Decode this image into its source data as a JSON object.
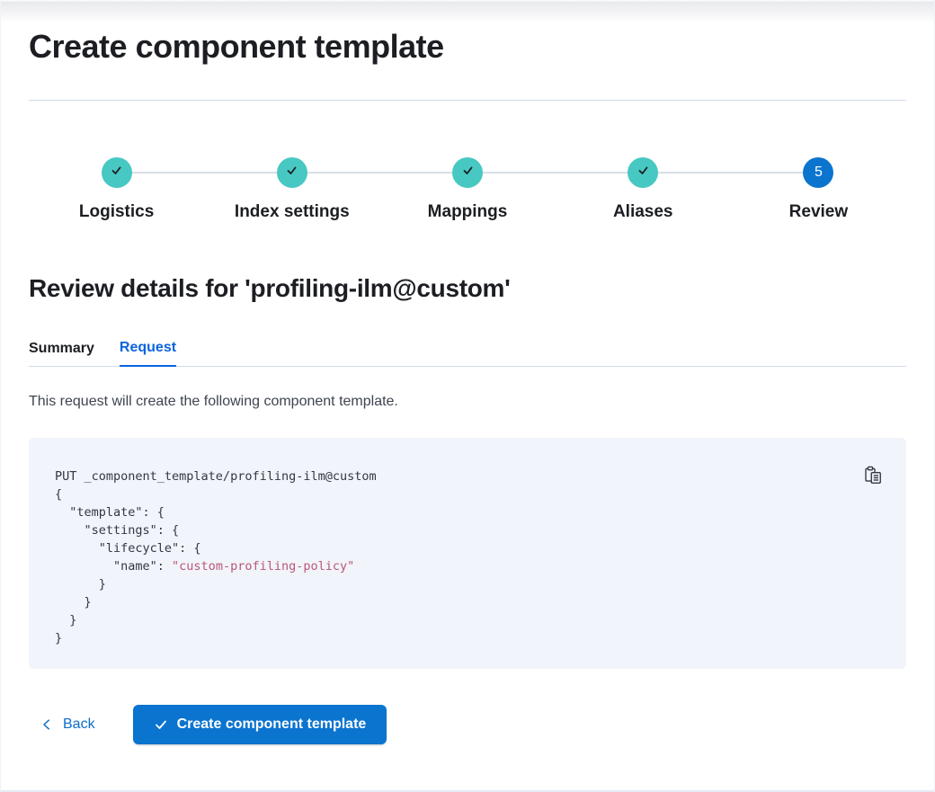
{
  "page": {
    "title": "Create component template"
  },
  "stepper": {
    "steps": [
      {
        "label": "Logistics",
        "status": "complete"
      },
      {
        "label": "Index settings",
        "status": "complete"
      },
      {
        "label": "Mappings",
        "status": "complete"
      },
      {
        "label": "Aliases",
        "status": "complete"
      },
      {
        "label": "Review",
        "status": "current",
        "number": "5"
      }
    ]
  },
  "review": {
    "heading": "Review details for 'profiling-ilm@custom'",
    "tabs": [
      {
        "label": "Summary",
        "selected": false
      },
      {
        "label": "Request",
        "selected": true
      }
    ],
    "description": "This request will create the following component template."
  },
  "code_block": {
    "copy_icon": "copy-clipboard-icon",
    "lines": [
      [
        {
          "text": "PUT _component_template/profiling-ilm@custom",
          "type": "plain"
        }
      ],
      [
        {
          "text": "{",
          "type": "plain"
        }
      ],
      [
        {
          "text": "  \"template\": {",
          "type": "plain"
        }
      ],
      [
        {
          "text": "    \"settings\": {",
          "type": "plain"
        }
      ],
      [
        {
          "text": "      \"lifecycle\": {",
          "type": "plain"
        }
      ],
      [
        {
          "text": "        \"name\": ",
          "type": "plain"
        },
        {
          "text": "\"custom-profiling-policy\"",
          "type": "string"
        }
      ],
      [
        {
          "text": "      }",
          "type": "plain"
        }
      ],
      [
        {
          "text": "    }",
          "type": "plain"
        }
      ],
      [
        {
          "text": "  }",
          "type": "plain"
        }
      ],
      [
        {
          "text": "}",
          "type": "plain"
        }
      ]
    ]
  },
  "footer": {
    "back_label": "Back",
    "submit_label": "Create component template"
  },
  "colors": {
    "primary_blue": "#0b74cf",
    "link_blue": "#0b64dd",
    "success_teal": "#47c8c2",
    "code_background": "#f1f4fa",
    "code_string": "#ba567b",
    "divider": "#d3dae6"
  }
}
